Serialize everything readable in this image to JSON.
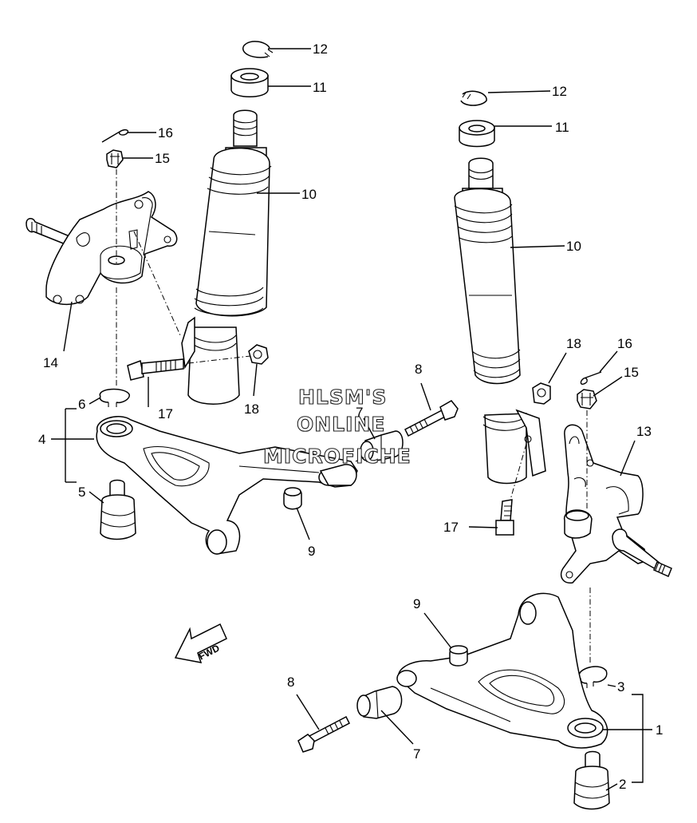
{
  "watermark": {
    "line1": "HLSM'S",
    "line2": "ONLINE",
    "line3": "MICROFICHE"
  },
  "direction_arrow": {
    "label": "FWD"
  },
  "callouts": {
    "c1": "1",
    "c2": "2",
    "c3": "3",
    "c4": "4",
    "c5": "5",
    "c6": "6",
    "c7a": "7",
    "c7b": "7",
    "c8a": "8",
    "c8b": "8",
    "c9a": "9",
    "c9b": "9",
    "c10a": "10",
    "c10b": "10",
    "c11a": "11",
    "c11b": "11",
    "c12a": "12",
    "c12b": "12",
    "c13": "13",
    "c14": "14",
    "c15a": "15",
    "c15b": "15",
    "c16a": "16",
    "c16b": "16",
    "c17a": "17",
    "c17b": "17",
    "c18a": "18",
    "c18b": "18"
  },
  "colors": {
    "ink": "#000000",
    "paper": "#ffffff"
  }
}
